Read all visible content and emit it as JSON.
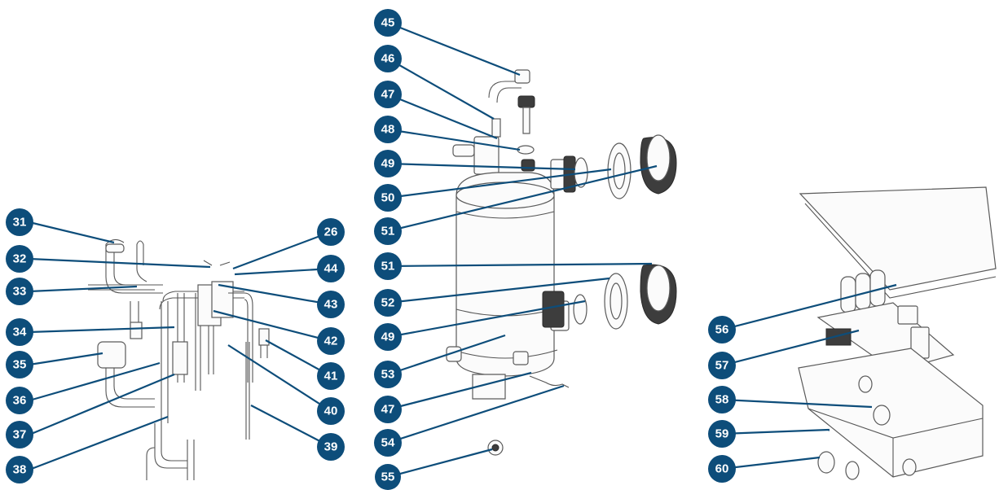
{
  "colors": {
    "callout": "#0d4d7a",
    "callout_text": "#ffffff",
    "line_art": "#5a5a5a"
  },
  "callouts": [
    {
      "id": "c31",
      "label": "31"
    },
    {
      "id": "c32",
      "label": "32"
    },
    {
      "id": "c33",
      "label": "33"
    },
    {
      "id": "c34",
      "label": "34"
    },
    {
      "id": "c35",
      "label": "35"
    },
    {
      "id": "c36",
      "label": "36"
    },
    {
      "id": "c37",
      "label": "37"
    },
    {
      "id": "c38",
      "label": "38"
    },
    {
      "id": "c26",
      "label": "26"
    },
    {
      "id": "c44",
      "label": "44"
    },
    {
      "id": "c43",
      "label": "43"
    },
    {
      "id": "c42",
      "label": "42"
    },
    {
      "id": "c41",
      "label": "41"
    },
    {
      "id": "c40",
      "label": "40"
    },
    {
      "id": "c39",
      "label": "39"
    },
    {
      "id": "c45",
      "label": "45"
    },
    {
      "id": "c46",
      "label": "46"
    },
    {
      "id": "c47a",
      "label": "47"
    },
    {
      "id": "c48",
      "label": "48"
    },
    {
      "id": "c49a",
      "label": "49"
    },
    {
      "id": "c50",
      "label": "50"
    },
    {
      "id": "c51a",
      "label": "51"
    },
    {
      "id": "c51b",
      "label": "51"
    },
    {
      "id": "c52",
      "label": "52"
    },
    {
      "id": "c49b",
      "label": "49"
    },
    {
      "id": "c53",
      "label": "53"
    },
    {
      "id": "c47b",
      "label": "47"
    },
    {
      "id": "c54",
      "label": "54"
    },
    {
      "id": "c55",
      "label": "55"
    },
    {
      "id": "c56",
      "label": "56"
    },
    {
      "id": "c57",
      "label": "57"
    },
    {
      "id": "c58",
      "label": "58"
    },
    {
      "id": "c59",
      "label": "59"
    },
    {
      "id": "c60",
      "label": "60"
    }
  ]
}
